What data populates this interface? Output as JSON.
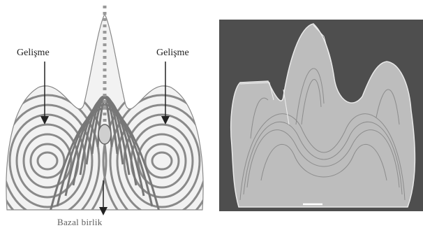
{
  "diagram": {
    "left_label": "Gelişme",
    "right_label": "Gelişme",
    "bottom_label": "Bazal birlik"
  }
}
